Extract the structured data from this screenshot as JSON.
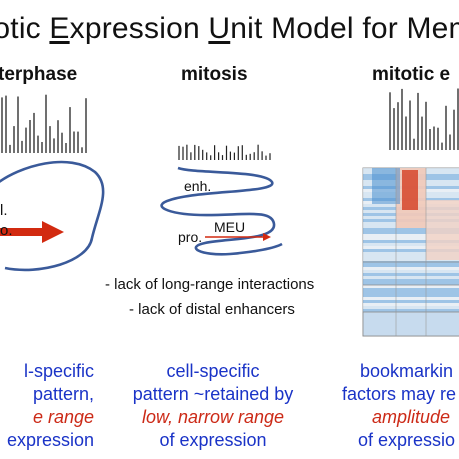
{
  "title": {
    "part1": "itotic ",
    "letter_e": "E",
    "part2": "xpression ",
    "letter_u": "U",
    "part3": "nit Model for Mem"
  },
  "columns": {
    "left": {
      "header": "terphase",
      "label_a": "l.",
      "label_b": "o.",
      "bottom_line1": "l-specific",
      "bottom_line2": "pattern,",
      "bottom_line3": "e range",
      "bottom_line4": "expression"
    },
    "middle": {
      "header": "mitosis",
      "enhancer_label": "enh.",
      "promoter_label": "pro.",
      "meu_label": "MEU",
      "note1": "- lack of long-range interactions",
      "note2": "- lack of distal enhancers",
      "bottom_line1": "cell-specific",
      "bottom_line2": "pattern ~retained by",
      "bottom_line3_red": "low, narrow range",
      "bottom_line4": "of expression"
    },
    "right": {
      "header": "mitotic e",
      "bottom_line1": "bookmarkin",
      "bottom_line2": "factors may re",
      "bottom_line3_red": "amplitude",
      "bottom_line4": "of expressio"
    }
  },
  "colors": {
    "loop_blue": "#3a5a9a",
    "arrow_red": "#d22a10",
    "text_blue": "#1a33c7",
    "text_red": "#cc2a17",
    "heat_red": "#d6452c",
    "heat_blue": "#4a90d0"
  }
}
